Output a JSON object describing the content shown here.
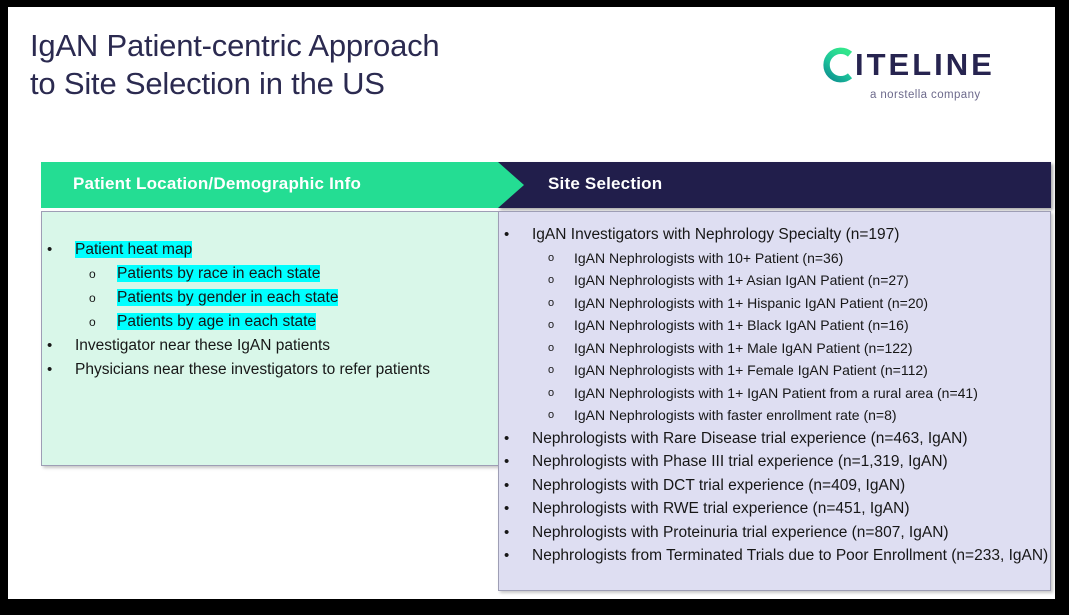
{
  "slide": {
    "title_line1": "IgAN Patient-centric Approach",
    "title_line2": "to Site Selection in the US",
    "background": "#ffffff",
    "title_color": "#2b2a50"
  },
  "logo": {
    "icon": "citeline-c-icon",
    "wordmark": "ITELINE",
    "full_name": "CITELINE",
    "tagline": "a norstella company",
    "color_text": "#272450",
    "color_accent_top": "#2fe08a",
    "color_accent_bottom": "#139b8e"
  },
  "columns": {
    "left": {
      "header_label": "Patient Location/Demographic Info",
      "header_color": "#24dd93",
      "header_text_color": "#ffffff",
      "panel_color": "#d9f7e9",
      "highlight_color": "#00ffff",
      "items": [
        {
          "level": 1,
          "mark": "•",
          "text": "Patient heat map",
          "highlighted": true
        },
        {
          "level": 2,
          "mark": "o",
          "text": "Patients by race in each state",
          "highlighted": true
        },
        {
          "level": 2,
          "mark": "o",
          "text": "Patients by gender in each state",
          "highlighted": true
        },
        {
          "level": 2,
          "mark": "o",
          "text": "Patients by age in each state",
          "highlighted": true
        },
        {
          "level": 1,
          "mark": "•",
          "text": "Investigator near these IgAN patients",
          "highlighted": false
        },
        {
          "level": 1,
          "mark": "•",
          "text": "Physicians near these investigators to refer patients",
          "highlighted": false
        }
      ]
    },
    "right": {
      "header_label": "Site Selection",
      "header_color": "#211e4b",
      "header_text_color": "#ffffff",
      "panel_color": "#dedef2",
      "items": [
        {
          "level": 1,
          "mark": "•",
          "text": "IgAN Investigators with Nephrology Specialty (n=197)"
        },
        {
          "level": 2,
          "mark": "o",
          "text": "IgAN Nephrologists with 10+ Patient (n=36)"
        },
        {
          "level": 2,
          "mark": "o",
          "text": "IgAN Nephrologists with 1+ Asian IgAN Patient (n=27)"
        },
        {
          "level": 2,
          "mark": "o",
          "text": "IgAN Nephrologists with 1+ Hispanic IgAN Patient (n=20)"
        },
        {
          "level": 2,
          "mark": "o",
          "text": "IgAN Nephrologists with 1+ Black IgAN Patient (n=16)"
        },
        {
          "level": 2,
          "mark": "o",
          "text": "IgAN Nephrologists with 1+ Male IgAN Patient (n=122)"
        },
        {
          "level": 2,
          "mark": "o",
          "text": "IgAN Nephrologists with 1+ Female IgAN Patient (n=112)"
        },
        {
          "level": 2,
          "mark": "o",
          "text": "IgAN Nephrologists with 1+ IgAN Patient from a rural area (n=41)"
        },
        {
          "level": 2,
          "mark": "o",
          "text": "IgAN Nephrologists with faster enrollment rate (n=8)"
        },
        {
          "level": 1,
          "mark": "•",
          "text": "Nephrologists with Rare Disease trial experience (n=463, IgAN)"
        },
        {
          "level": 1,
          "mark": "•",
          "text": "Nephrologists with Phase III trial experience (n=1,319, IgAN)"
        },
        {
          "level": 1,
          "mark": "•",
          "text": "Nephrologists with DCT trial experience (n=409, IgAN)"
        },
        {
          "level": 1,
          "mark": "•",
          "text": "Nephrologists with RWE trial experience (n=451, IgAN)"
        },
        {
          "level": 1,
          "mark": "•",
          "text": "Nephrologists with Proteinuria trial experience (n=807, IgAN)"
        },
        {
          "level": 1,
          "mark": "•",
          "text": "Nephrologists from Terminated Trials due to Poor Enrollment (n=233, IgAN)"
        }
      ]
    }
  }
}
